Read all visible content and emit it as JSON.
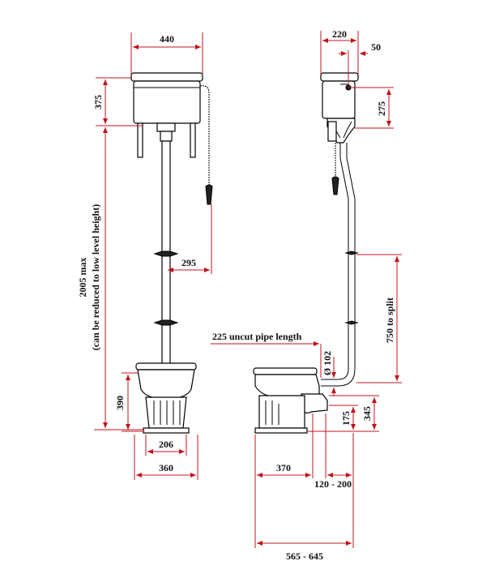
{
  "colors": {
    "dimension_line": "#c0141c",
    "outline": "#000000",
    "text": "#111111",
    "background": "#ffffff"
  },
  "front_view": {
    "cistern_width": "440",
    "cistern_height": "375",
    "overall_height_line1": "2005 max",
    "overall_height_line2": "(can be reduced to low level height)",
    "chain_offset": "295",
    "pan_height": "390",
    "pedestal_width": "206",
    "pan_width": "360"
  },
  "side_view": {
    "cistern_depth": "220",
    "inlet_offset": "50",
    "cistern_height": "275",
    "pipe_length_label": "225 uncut pipe length",
    "pipe_diameter": "Ø 102",
    "split_label": "750 to split",
    "outlet_height": "345",
    "outlet_centre": "175",
    "pan_depth": "370",
    "outlet_projection": "120 - 200",
    "overall_projection": "565 - 645"
  }
}
